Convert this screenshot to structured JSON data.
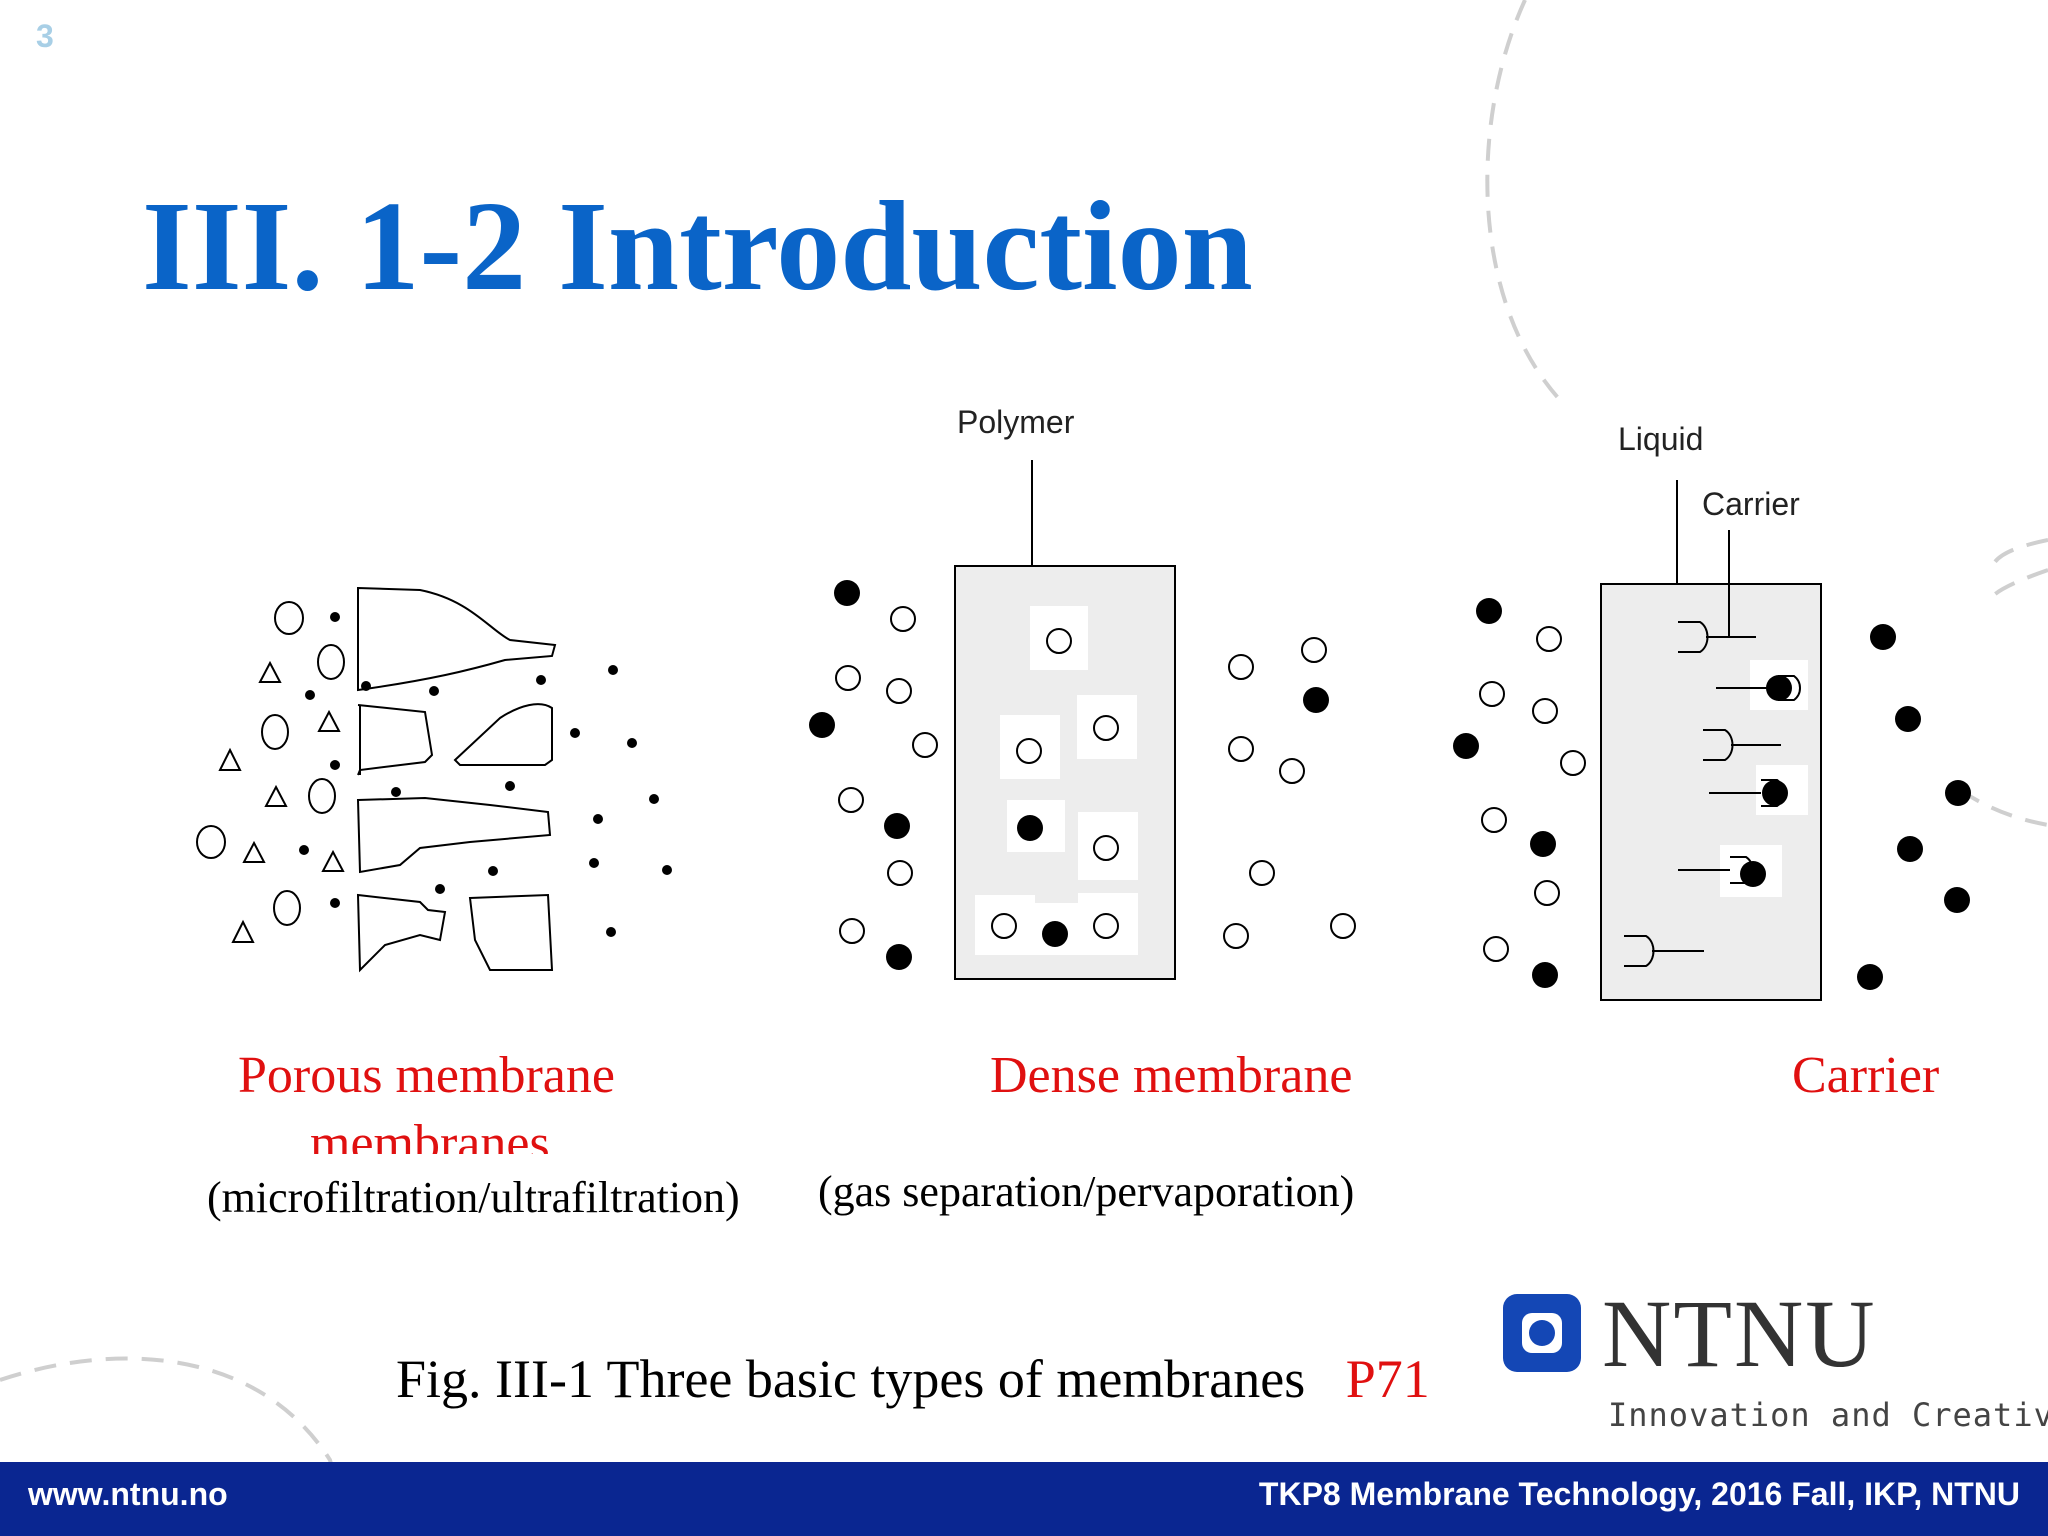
{
  "slide": {
    "number": "3",
    "title": "III. 1-2 Introduction"
  },
  "diagrams": {
    "polymer_label": "Polymer",
    "liquid_label": "Liquid",
    "carrier_label": "Carrier"
  },
  "captions": {
    "porous": "Porous membrane",
    "porous_overflow": "membranes",
    "porous_sub": "(microfiltration/ultrafiltration)",
    "dense": "Dense membrane",
    "dense_sub": "(gas separation/pervaporation)",
    "carrier": "Carrier"
  },
  "figure": {
    "caption": "Fig. III-1  Three basic types of membranes",
    "page_ref": "P71"
  },
  "logo": {
    "name": "NTNU",
    "tagline": "Innovation and Creativity"
  },
  "footer": {
    "url": "www.ntnu.no",
    "course": "TKP8 Membrane Technology, 2016 Fall, IKP, NTNU"
  },
  "colors": {
    "title_blue": "#0a64c8",
    "caption_red": "#e01010",
    "footer_navy": "#0a2691",
    "logo_blue": "#1447b5"
  }
}
